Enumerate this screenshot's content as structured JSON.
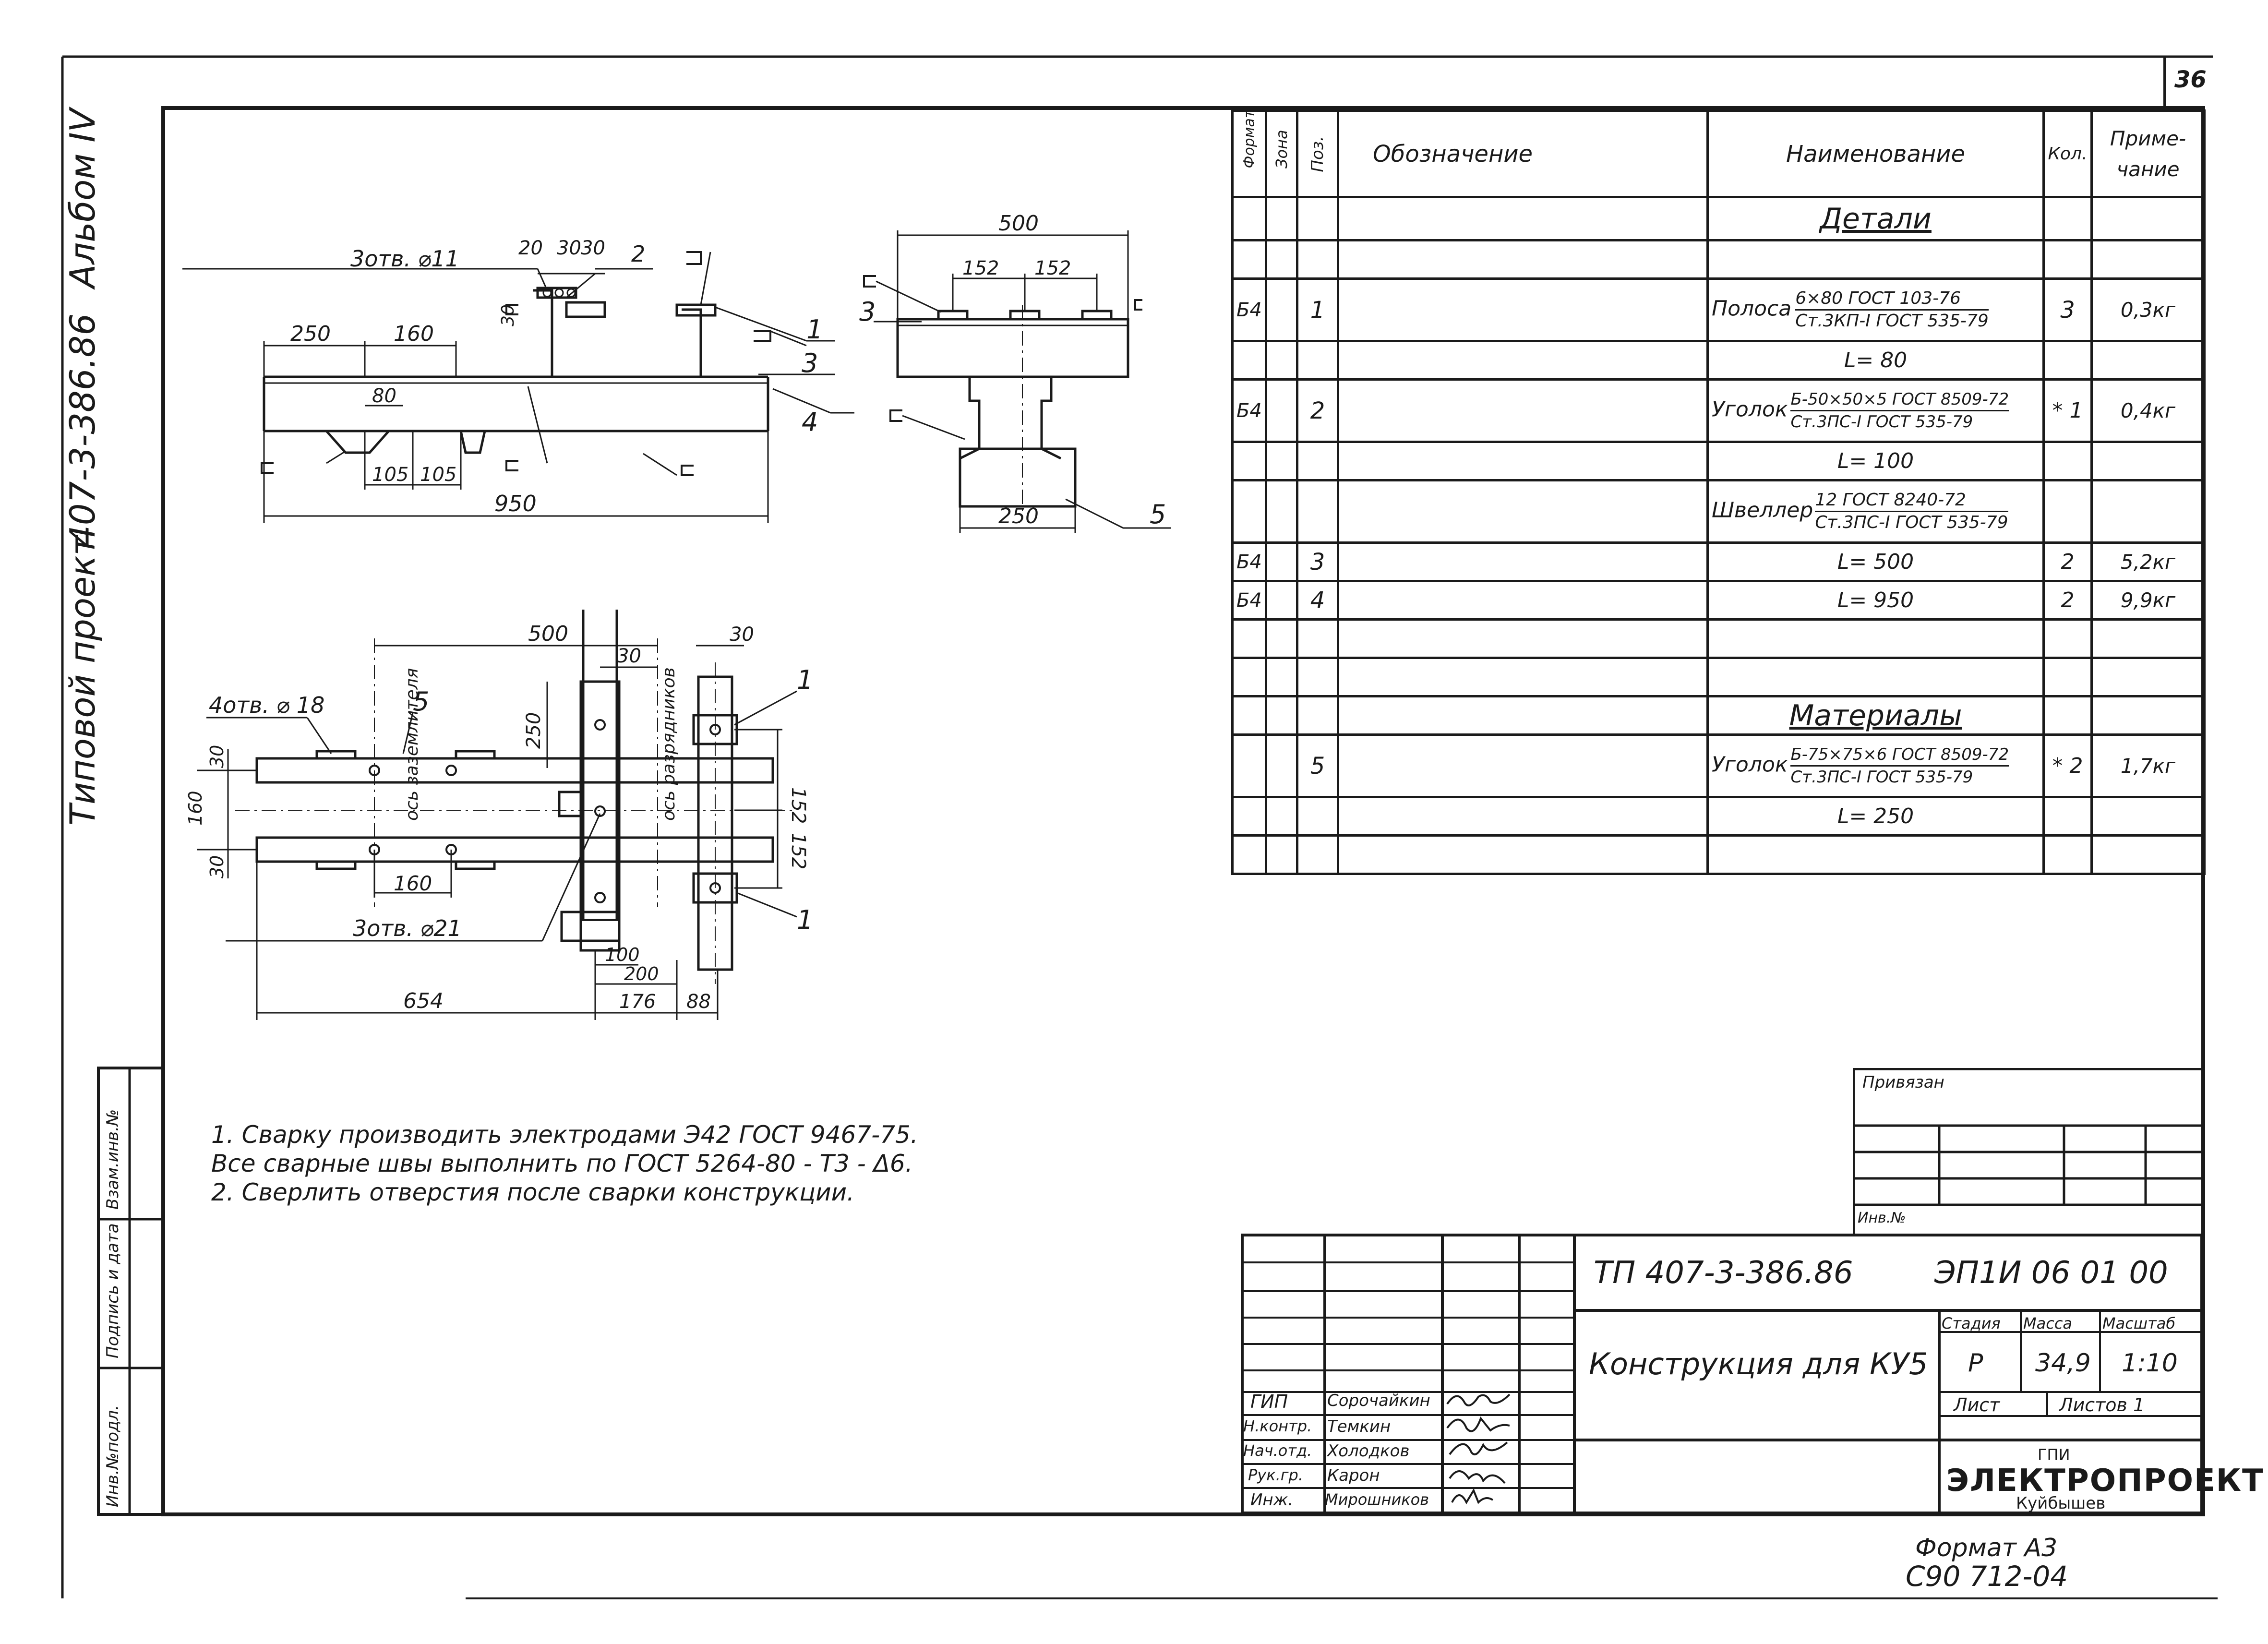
{
  "sheet_number": "36",
  "side_labels": {
    "project": "Типовой проект",
    "code": "407-3-386.86",
    "album": "Альбом IV"
  },
  "left_stamp": [
    "Инв.№подл.",
    "Подпись и дата",
    "Взам.инв.№"
  ],
  "spec": {
    "headers": {
      "format": "Формат",
      "zone": "Зона",
      "pos": "Поз.",
      "designation": "Обозначение",
      "name": "Наименование",
      "qty": "Кол.",
      "note_top": "Приме-",
      "note_bottom": "чание"
    },
    "section_details": "Детали",
    "section_materials": "Материалы",
    "rows": [
      {
        "format": "Б4",
        "pos": "1",
        "prefix": "Полоса",
        "line1": "6×80 ГОСТ 103-76",
        "line2": "Ст.3КП-I ГОСТ 535-79",
        "qty": "3",
        "note": "0,3кг"
      },
      {
        "length": "L= 80"
      },
      {
        "format": "Б4",
        "pos": "2",
        "prefix": "Уголок",
        "line1": "Б-50×50×5 ГОСТ 8509-72",
        "line2": "Ст.3ПС-I ГОСТ 535-79",
        "qty": "* 1",
        "note": "0,4кг"
      },
      {
        "length": "L= 100"
      },
      {
        "prefix": "Швеллер",
        "line1": "12 ГОСТ 8240-72",
        "line2": "Ст.3ПС-I ГОСТ 535-79"
      },
      {
        "format": "Б4",
        "pos": "3",
        "length": "L= 500",
        "qty": "2",
        "note": "5,2кг"
      },
      {
        "format": "Б4",
        "pos": "4",
        "length": "L= 950",
        "qty": "2",
        "note": "9,9кг"
      },
      {
        "pos": "5",
        "prefix": "Уголок",
        "line1": "Б-75×75×6 ГОСТ 8509-72",
        "line2": "Ст.3ПС-I ГОСТ 535-79",
        "qty": "* 2",
        "note": "1,7кг"
      },
      {
        "length": "L= 250"
      }
    ]
  },
  "notes": [
    "1. Сварку производить электродами Э42 ГОСТ 9467-75.",
    "Все сварные швы выполнить по ГОСТ 5264-80 - Т3 - Δ6.",
    "2. Сверлить отверстия после сварки конструкции."
  ],
  "attach": {
    "title": "Привязан",
    "inv": "Инв.№"
  },
  "title_block": {
    "doc_code": "ТП 407-3-386.86",
    "doc_number": "ЭП1И 06 01 00",
    "title": "Конструкция для КУ5",
    "stage_label": "Стадия",
    "mass_label": "Масса",
    "scale_label": "Масштаб",
    "stage": "Р",
    "mass": "34,9",
    "scale": "1:10",
    "sheet_label": "Лист",
    "sheets_label": "Листов 1",
    "org_small": "ГПИ",
    "org": "ЭЛЕКТРОПРОЕКТ",
    "city": "Куйбышев",
    "staff": [
      {
        "role": "ГИП",
        "name": "Сорочайкин"
      },
      {
        "role": "Н.контр.",
        "name": "Темкин"
      },
      {
        "role": "Нач.отд.",
        "name": "Холодков"
      },
      {
        "role": "Рук.гр.",
        "name": "Карон"
      },
      {
        "role": "Инж.",
        "name": "Мирошников"
      }
    ]
  },
  "footer": {
    "format": "Формат А3",
    "code": "С90 712-04"
  },
  "drawing": {
    "top_left": {
      "holes": "3отв. ⌀11",
      "dim_250": "250",
      "dim_160": "160",
      "dim_80": "80",
      "dim_105a": "105",
      "dim_105b": "105",
      "dim_950": "950",
      "dim_20": "20",
      "dim_30a": "30",
      "dim_30b": "30",
      "dim_30v": "30",
      "p1": "1",
      "p2": "2",
      "p3": "3",
      "p4": "4"
    },
    "top_right": {
      "dim_500": "500",
      "dim_152a": "152",
      "dim_152b": "152",
      "dim_250": "250",
      "p3": "3",
      "p5": "5"
    },
    "plan": {
      "holes18": "4отв. ⌀ 18",
      "holes21": "3отв. ⌀21",
      "axis_ground": "ось заземлителя",
      "axis_arrester": "ось разрядников",
      "dim_500": "500",
      "dim_30a": "30",
      "dim_30b": "30",
      "dim_250": "250",
      "dim_152a": "152",
      "dim_152b": "152",
      "dim_30l": "30",
      "dim_160": "160",
      "dim_30l2": "30",
      "dim_160b": "160",
      "dim_100": "100",
      "dim_200": "200",
      "dim_654": "654",
      "dim_176": "176",
      "dim_88": "88",
      "p5": "5",
      "p1a": "1",
      "p1b": "1"
    }
  }
}
